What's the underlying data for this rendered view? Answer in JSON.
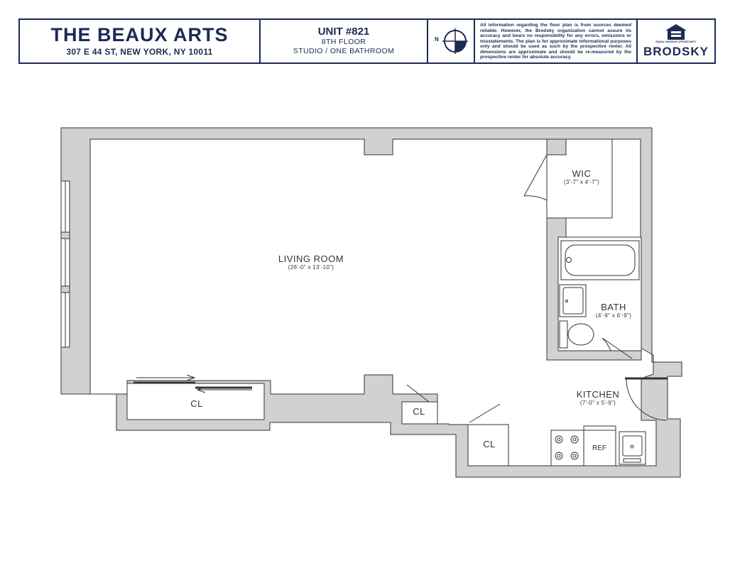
{
  "header": {
    "building_name": "THE BEAUX ARTS",
    "address": "307 E 44 ST, NEW YORK, NY 10011",
    "unit": "UNIT #821",
    "floor": "8TH FLOOR",
    "unit_type": "STUDIO / ONE BATHROOM",
    "compass_label": "N",
    "disclaimer": "All information regarding the floor plan is from sources deemed reliable. However, the Brodsky organization cannot assure its accuracy and bears no responsibility for any errors, omissions or misstatements. The plan is for approximate informational purposes only and should be used as such by the prospective renter. All dimensions are approximate and should be re-measured by the prospective renter for absolute accuracy.",
    "eho_text": "EQUAL HOUSING OPPORTUNITY",
    "brand": "BRODSKY"
  },
  "rooms": {
    "living": {
      "name": "LIVING ROOM",
      "dim": "(26'-0\" x 13'-10\")"
    },
    "wic": {
      "name": "WIC",
      "dim": "(3'-7\" x 4'-7\")"
    },
    "bath": {
      "name": "BATH",
      "dim": "(4'-9\" x 6'-9\")"
    },
    "kitchen": {
      "name": "KITCHEN",
      "dim": "(7'-0\" x 5'-9\")"
    },
    "closet_1": "CL",
    "closet_2": "CL",
    "closet_3": "CL",
    "refrigerator": "REF"
  },
  "colors": {
    "brand_navy": "#1d2a55",
    "wall_fill": "#d1d1d1",
    "line": "#333333"
  }
}
